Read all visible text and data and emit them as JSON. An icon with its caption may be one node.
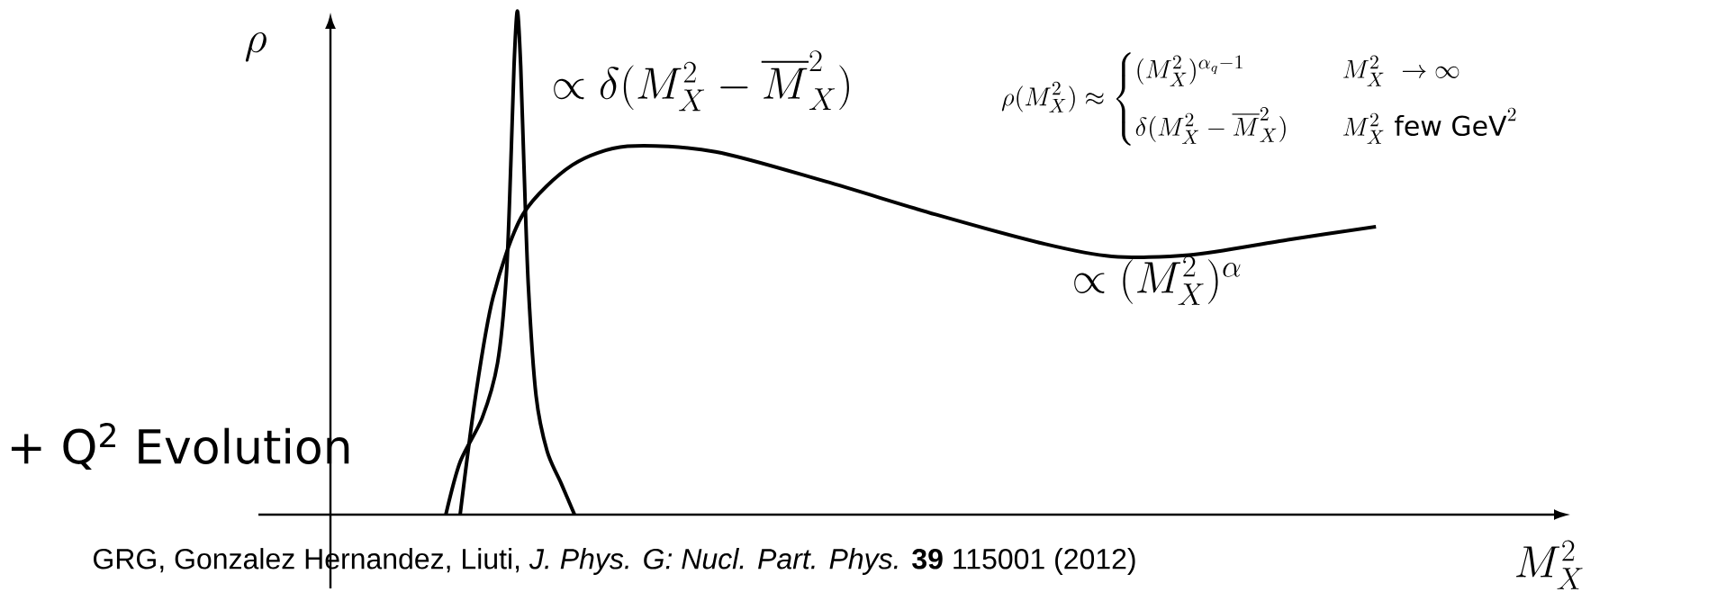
{
  "diagram": {
    "labels": [
      "\\rho",
      "\\propto\\delta(M_X^2-\\overline{M}_X^2)",
      "\\rho(M_X^2)\\approx\\begin{cases}(M_X^2)^{\\alpha_q-1} & \\quad M_X^2\\ \\to\\infty\\\\[10pt] \\delta(M_X^2-\\overline{M}_X^2) & \\quad M_X^2\\ \\mathrm{few\\ GeV}^2\\end{cases}",
      "\\propto(M_X^2)^{\\alpha}",
      "+ Q$^{2}$ Evolution",
      "GRG, Gonzalez Hernandez, Liuti, *J. Phys. G: Nucl. Part. Phys.* **39** 115001 (2012)",
      "M_X^2"
    ]
  }
}
